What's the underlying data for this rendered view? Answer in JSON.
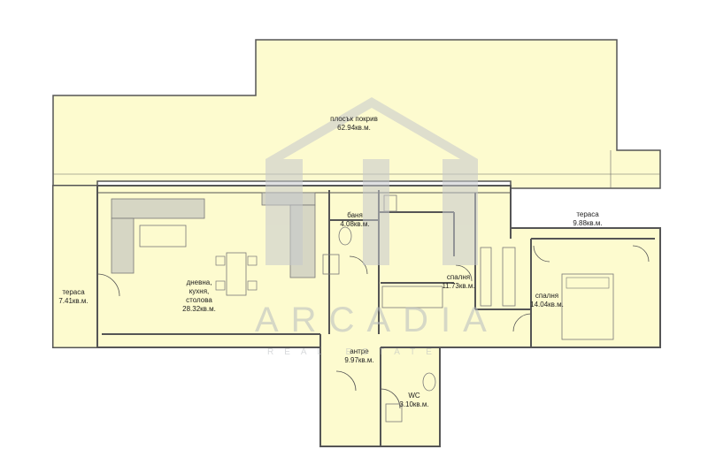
{
  "rooms": {
    "roof": {
      "name": "плосък покрив",
      "area": "62.94кв.м."
    },
    "bath": {
      "name": "баня",
      "area": "4.08кв.м."
    },
    "terrace_right": {
      "name": "тераса",
      "area": "9.88кв.м."
    },
    "terrace_left": {
      "name": "тераса",
      "area": "7.41кв.м."
    },
    "living": {
      "name": "дневна,\nкухня,\nстолова",
      "area": "28.32кв.м."
    },
    "bedroom1": {
      "name": "спалня",
      "area": "11.73кв.м."
    },
    "bedroom2": {
      "name": "спалня",
      "area": "14.04кв.м."
    },
    "hall": {
      "name": "антре",
      "area": "9.97кв.м."
    },
    "wc": {
      "name": "WC",
      "area": "3.10кв.м."
    }
  },
  "watermark": {
    "brand": "ARCADIA",
    "sub": "REAL ESTATE"
  },
  "colors": {
    "floor": "#fdfbcf",
    "wall": "#555555",
    "furniture": "#d6d6c4",
    "logo": "#c5c8cc"
  }
}
